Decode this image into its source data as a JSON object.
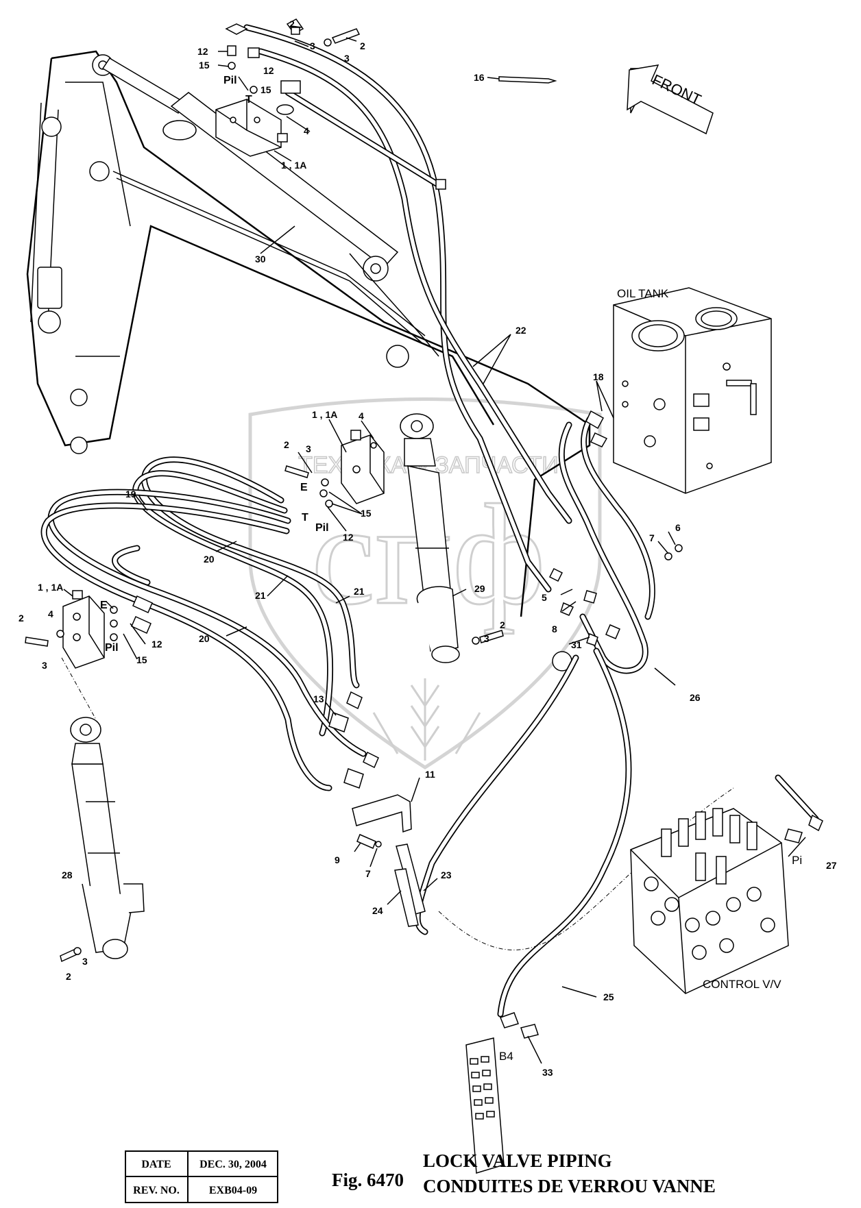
{
  "figure": {
    "fig_label": "Fig. 6470",
    "title_en": "LOCK VALVE PIPING",
    "title_fr": "CONDUITES DE VERROU VANNE"
  },
  "title_block": {
    "date_label": "DATE",
    "date_value": "DEC. 30, 2004",
    "rev_label": "REV. NO.",
    "rev_value": "EXB04-09"
  },
  "components": {
    "oil_tank": "OIL TANK",
    "control_valve": "CONTROL V/V",
    "front_arrow": "FRONT"
  },
  "watermark": {
    "text": "ТЕХНИКА & ЗАПЧАСТИ",
    "logo": "спф"
  },
  "callouts": [
    {
      "id": "c01",
      "text": "2"
    },
    {
      "id": "c02",
      "text": "3"
    },
    {
      "id": "c03",
      "text": "2"
    },
    {
      "id": "c04",
      "text": "3"
    },
    {
      "id": "c05",
      "text": "12"
    },
    {
      "id": "c06",
      "text": "15"
    },
    {
      "id": "c07",
      "text": "Pil"
    },
    {
      "id": "c08",
      "text": "12"
    },
    {
      "id": "c09",
      "text": "15"
    },
    {
      "id": "c10",
      "text": "T"
    },
    {
      "id": "c11",
      "text": "4"
    },
    {
      "id": "c12",
      "text": "1 ,  1A"
    },
    {
      "id": "c13",
      "text": "16"
    },
    {
      "id": "c14",
      "text": "30"
    },
    {
      "id": "c15",
      "text": "22"
    },
    {
      "id": "c16",
      "text": "18"
    },
    {
      "id": "c17",
      "text": "1 ,  1A"
    },
    {
      "id": "c18",
      "text": "4"
    },
    {
      "id": "c19",
      "text": "2"
    },
    {
      "id": "c20",
      "text": "3"
    },
    {
      "id": "c21",
      "text": "E"
    },
    {
      "id": "c22",
      "text": "T"
    },
    {
      "id": "c23",
      "text": "Pil"
    },
    {
      "id": "c24",
      "text": "15"
    },
    {
      "id": "c25",
      "text": "12"
    },
    {
      "id": "c26",
      "text": "19"
    },
    {
      "id": "c27",
      "text": "20"
    },
    {
      "id": "c28",
      "text": "21"
    },
    {
      "id": "c29",
      "text": "21"
    },
    {
      "id": "c30",
      "text": "20"
    },
    {
      "id": "c31",
      "text": "29"
    },
    {
      "id": "c32",
      "text": "2"
    },
    {
      "id": "c33",
      "text": "3"
    },
    {
      "id": "c34",
      "text": "7"
    },
    {
      "id": "c35",
      "text": "6"
    },
    {
      "id": "c36",
      "text": "5"
    },
    {
      "id": "c37",
      "text": "8"
    },
    {
      "id": "c38",
      "text": "31"
    },
    {
      "id": "c39",
      "text": "26"
    },
    {
      "id": "c40",
      "text": "1 ,  1A"
    },
    {
      "id": "c41",
      "text": "E"
    },
    {
      "id": "c42",
      "text": "4"
    },
    {
      "id": "c43",
      "text": "2"
    },
    {
      "id": "c44",
      "text": "3"
    },
    {
      "id": "c45",
      "text": "Pil"
    },
    {
      "id": "c46",
      "text": "12"
    },
    {
      "id": "c47",
      "text": "15"
    },
    {
      "id": "c48",
      "text": "13"
    },
    {
      "id": "c49",
      "text": "11"
    },
    {
      "id": "c50",
      "text": "9"
    },
    {
      "id": "c51",
      "text": "7"
    },
    {
      "id": "c52",
      "text": "23"
    },
    {
      "id": "c53",
      "text": "24"
    },
    {
      "id": "c54",
      "text": "28"
    },
    {
      "id": "c55",
      "text": "3"
    },
    {
      "id": "c56",
      "text": "2"
    },
    {
      "id": "c57",
      "text": "25"
    },
    {
      "id": "c58",
      "text": "Pi"
    },
    {
      "id": "c59",
      "text": "27"
    },
    {
      "id": "c60",
      "text": "B4"
    },
    {
      "id": "c61",
      "text": "33"
    }
  ]
}
